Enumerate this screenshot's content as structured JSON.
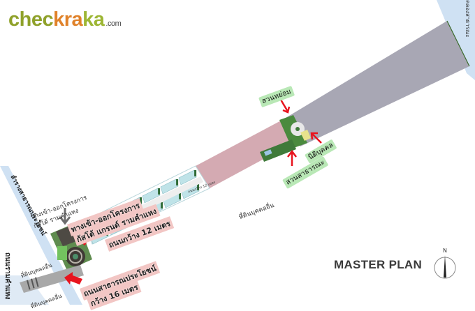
{
  "logo": {
    "part1": "chec",
    "part2": "kra",
    "part3": "ka",
    "suffix": ".com"
  },
  "title": "MASTER PLAN",
  "compass": {
    "north_label": "N"
  },
  "labels": {
    "park_small": "สวนหย่อม",
    "public_park": "สวนสาธารณะ",
    "juristic": "นิติบุคคล",
    "entrance_main_line1": "ทางเข้า-ออกโครงการ",
    "entrance_main_line2": "กัสโต้ แกรนด์ รามคำแหง",
    "entrance_small_line1": "ทางเข้า-ออกโครงการ",
    "entrance_small_line2": "กัสโต้ รามคำแหง",
    "road_12m": "ถนนกว้าง 12 เมตร",
    "road_16m_line1": "ถนนสาธารณประโยชน์",
    "road_16m_line2": "กว้าง 16 เมตร",
    "other_land_right": "ที่ดินบุคคลอื่น",
    "other_land_left1": "ที่ดินบุคคลอื่น",
    "other_land_left2": "ที่ดินบุคคลอื่น",
    "road_inner_small": "ถนนกว้าง 12 เมตร",
    "canal_left": "ลำรางสาธารณประโยชน์",
    "road_ramkhamhaeng": "ถนนรามคำแหง",
    "canal_top_right": "คลองสาธารณะ"
  },
  "colors": {
    "pink_zone": "#d4aab2",
    "gray_zone": "#a8a7b4",
    "water": "#cfe1f3",
    "townhouse": "#bfe3e8",
    "green": "#3f7a3a",
    "arrow_red": "#e8141e",
    "arrow_gray": "#707070"
  }
}
